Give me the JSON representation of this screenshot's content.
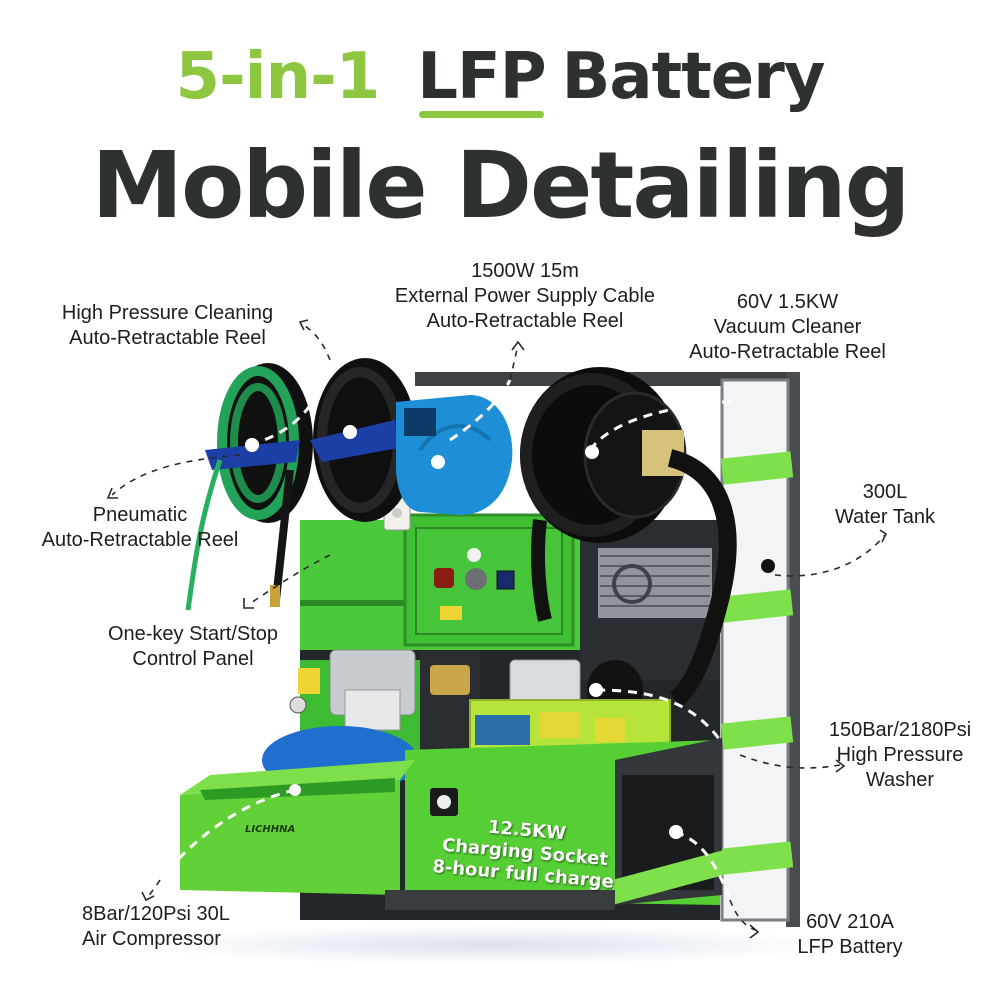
{
  "header": {
    "accent_text": "5-in-1",
    "lfp_text": "LFP",
    "battery_text": "Battery",
    "subtitle": "Mobile Detailing"
  },
  "colors": {
    "accent_green": "#8dc63f",
    "dark_text": "#2e3132",
    "machine_green": "#5fd33a",
    "lime_panel": "#a8e03a",
    "frame_gray": "#4a4d50",
    "reel_black": "#151515",
    "reel_blue": "#1e8fd6",
    "compressor_blue": "#1f6fcf"
  },
  "callouts": {
    "high_pressure_reel": {
      "line1": "High Pressure Cleaning",
      "line2": "Auto-Retractable Reel"
    },
    "power_cable_reel": {
      "line1": "1500W 15m",
      "line2": "External Power Supply Cable",
      "line3": "Auto-Retractable Reel"
    },
    "vacuum_reel": {
      "line1": "60V 1.5KW",
      "line2": "Vacuum Cleaner",
      "line3": "Auto-Retractable Reel"
    },
    "pneumatic_reel": {
      "line1": "Pneumatic",
      "line2": "Auto-Retractable Reel"
    },
    "water_tank": {
      "line1": "300L",
      "line2": "Water Tank"
    },
    "control_panel": {
      "line1": "One-key Start/Stop",
      "line2": "Control Panel"
    },
    "pressure_washer": {
      "line1": "150Bar/2180Psi",
      "line2": "High Pressure",
      "line3": "Washer"
    },
    "air_compressor": {
      "line1": "8Bar/120Psi 30L",
      "line2": "Air Compressor"
    },
    "lfp_battery": {
      "line1": "60V 210A",
      "line2": "LFP Battery"
    }
  },
  "charging_socket": {
    "line1": "12.5KW",
    "line2": "Charging Socket",
    "line3": "8-hour full charge"
  },
  "branding": {
    "tray_brand": "LICHHNA"
  }
}
